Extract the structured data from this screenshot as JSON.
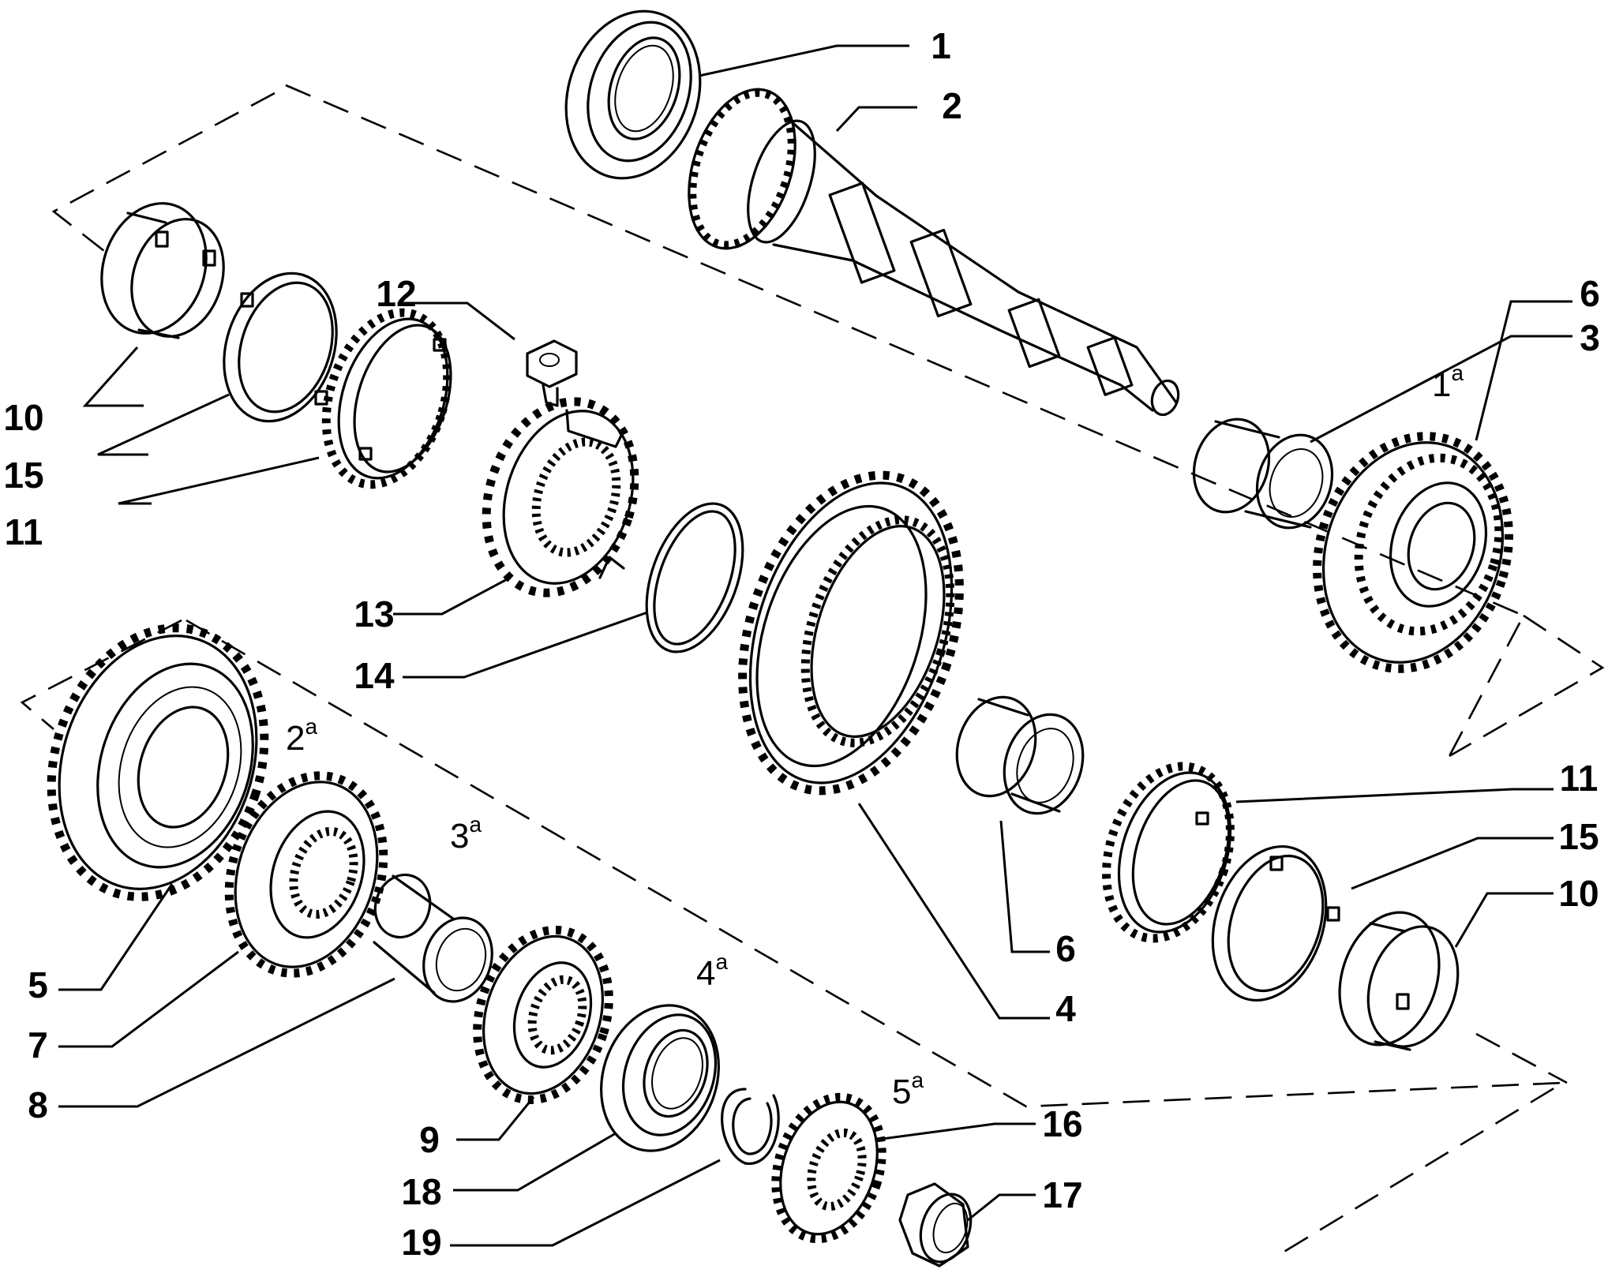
{
  "callouts": [
    {
      "id": "1",
      "text": "1"
    },
    {
      "id": "2",
      "text": "2"
    },
    {
      "id": "3",
      "text": "3"
    },
    {
      "id": "4",
      "text": "4"
    },
    {
      "id": "5",
      "text": "5"
    },
    {
      "id": "6a",
      "text": "6"
    },
    {
      "id": "6b",
      "text": "6"
    },
    {
      "id": "7",
      "text": "7"
    },
    {
      "id": "8",
      "text": "8"
    },
    {
      "id": "9",
      "text": "9"
    },
    {
      "id": "10a",
      "text": "10"
    },
    {
      "id": "10b",
      "text": "10"
    },
    {
      "id": "11a",
      "text": "11"
    },
    {
      "id": "11b",
      "text": "11"
    },
    {
      "id": "12",
      "text": "12"
    },
    {
      "id": "13",
      "text": "13"
    },
    {
      "id": "14",
      "text": "14"
    },
    {
      "id": "15a",
      "text": "15"
    },
    {
      "id": "15b",
      "text": "15"
    },
    {
      "id": "16",
      "text": "16"
    },
    {
      "id": "17",
      "text": "17"
    },
    {
      "id": "18",
      "text": "18"
    },
    {
      "id": "19",
      "text": "19"
    }
  ],
  "gear_labels": [
    {
      "id": "g1",
      "num": "1",
      "sup": "a"
    },
    {
      "id": "g2",
      "num": "2",
      "sup": "a"
    },
    {
      "id": "g3",
      "num": "3",
      "sup": "a"
    },
    {
      "id": "g4",
      "num": "4",
      "sup": "a"
    },
    {
      "id": "g5",
      "num": "5",
      "sup": "a"
    }
  ]
}
